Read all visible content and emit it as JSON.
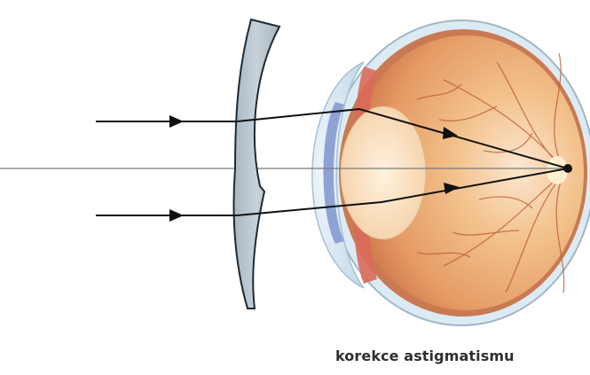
{
  "diagram": {
    "caption": "korekce astigmatismu",
    "elements": {
      "lens": "corrective-lens",
      "eye": "eyeball-cross-section",
      "rays": [
        "upper-incoming-ray",
        "lower-incoming-ray"
      ],
      "axis": "optical-axis",
      "focus": "retinal-focal-point"
    },
    "colors": {
      "background": "#ffffff",
      "lens_fill": "#b9c4cc",
      "lens_stroke": "#1f2a33",
      "ray": "#111111",
      "eye_outer": "#d9e9f1",
      "retina": "#e8a46f",
      "iris": "#8fa2d6",
      "caption": "#2f2f2f"
    }
  }
}
